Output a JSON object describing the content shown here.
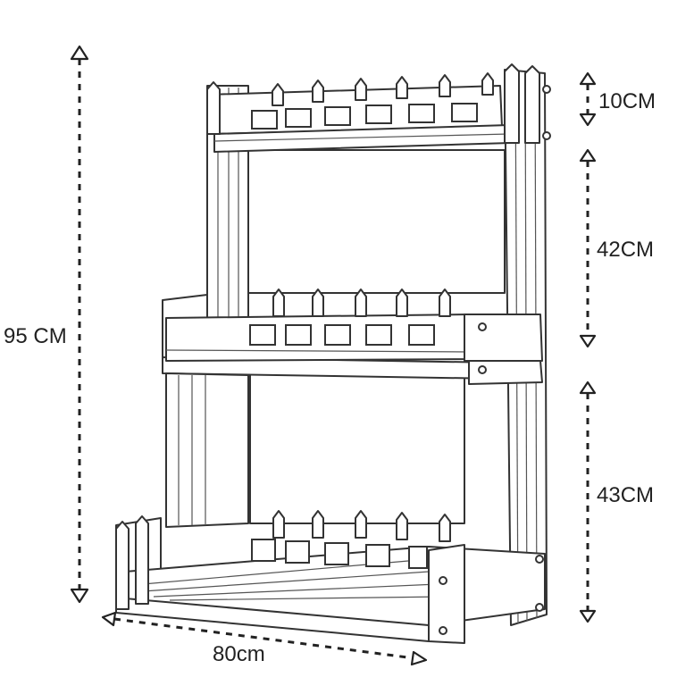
{
  "dimensions": {
    "total_height": "95 CM",
    "top_section": "10CM",
    "middle_section": "42CM",
    "bottom_section": "43CM",
    "width": "80cm"
  }
}
